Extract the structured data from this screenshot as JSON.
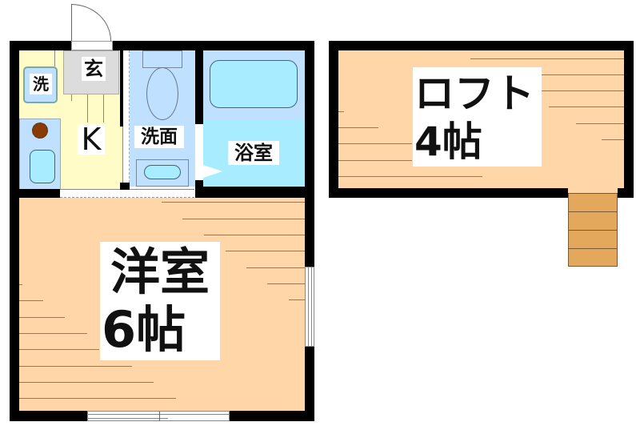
{
  "floorplan": {
    "unit": {
      "rooms": {
        "entrance": {
          "label": "玄"
        },
        "kitchen": {
          "label": "K"
        },
        "laundry": {
          "label": "洗"
        },
        "washroom": {
          "label": "洗面"
        },
        "bathroom": {
          "label": "浴室"
        },
        "western_room": {
          "label_line1": "洋室",
          "label_line2": "6帖"
        }
      }
    },
    "loft": {
      "label_line1": "ロフト",
      "label_line2": "4帖",
      "stair_steps": 4
    },
    "colors": {
      "wall": "#000000",
      "kitchen_floor": "#fffcc8",
      "entrance_floor": "#dcdcdc",
      "wet_area": "#bfe0ff",
      "fixture": "#a8ecff",
      "tatami_floor": "#ffd6a8",
      "stairs": "#e4a85c",
      "stove": "#8a3b00"
    }
  }
}
